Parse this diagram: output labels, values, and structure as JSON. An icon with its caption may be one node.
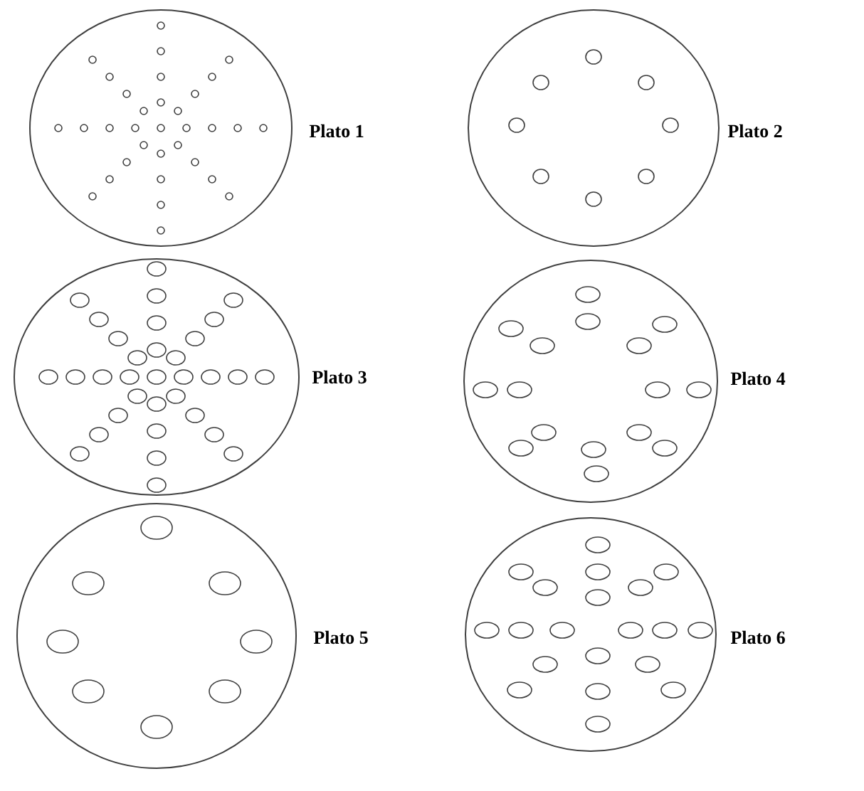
{
  "diagram": {
    "nodes": [
      {
        "text": [],
        "shape": "circle",
        "beside": [
          "Plato 1"
        ]
      },
      {
        "text": [],
        "shape": "circle",
        "beside": [
          "Plato 2"
        ]
      },
      {
        "text": [],
        "shape": "circle",
        "beside": [
          "Plato 3"
        ]
      },
      {
        "text": [],
        "shape": "circle",
        "beside": [
          "Plato 4"
        ]
      },
      {
        "text": [],
        "shape": "circle",
        "beside": [
          "Plato 5"
        ]
      },
      {
        "text": [],
        "shape": "circle",
        "beside": [
          "Plato 6"
        ]
      }
    ]
  }
}
